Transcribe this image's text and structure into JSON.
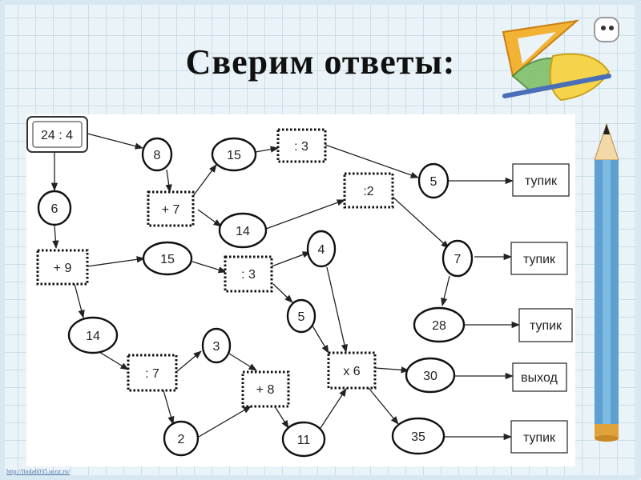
{
  "title": "Сверим ответы:",
  "footer_url": "http://linda6035.ucoz.ru/",
  "nodes": {
    "start": "24 : 4",
    "n6": "6",
    "n8": "8",
    "op_plus7": "+ 7",
    "n15a": "15",
    "n14a": "14",
    "op_div3a": ": 3",
    "op_div2": ":2",
    "n5a": "5",
    "op_plus9": "+ 9",
    "n15b": "15",
    "op_div3b": ": 3",
    "n4": "4",
    "n7": "7",
    "n5b": "5",
    "n28": "28",
    "n14b": "14",
    "op_div7": ": 7",
    "n3": "3",
    "op_plus8": "+ 8",
    "op_mul6": "x 6",
    "n30": "30",
    "n2": "2",
    "n11": "11",
    "n35": "35"
  },
  "outcomes": {
    "dead_end_1": "тупик",
    "dead_end_2": "тупик",
    "dead_end_3": "тупик",
    "exit": "выход",
    "dead_end_4": "тупик"
  }
}
